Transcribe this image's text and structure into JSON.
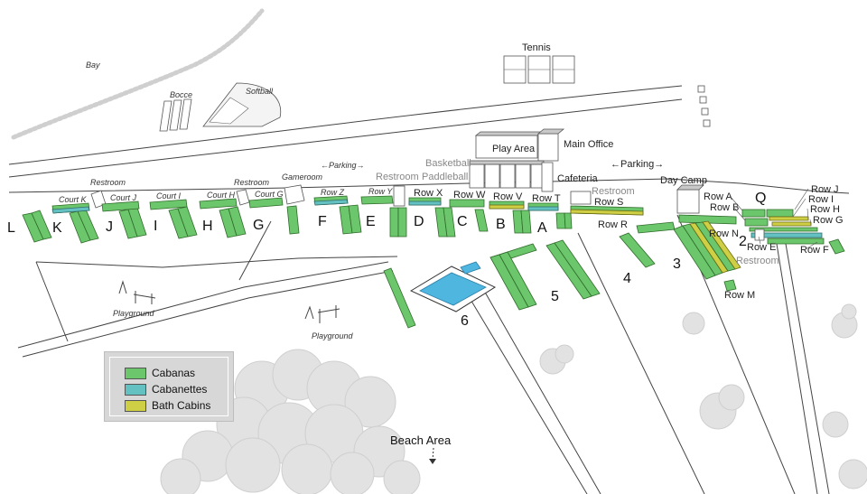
{
  "colors": {
    "cabanas": "#6cc66c",
    "cabanettes": "#63c1c1",
    "bath_cabins": "#cfcf45"
  },
  "legend": {
    "items": [
      {
        "label": "Cabanas",
        "color": "#6cc66c"
      },
      {
        "label": "Cabanettes",
        "color": "#63c1c1"
      },
      {
        "label": "Bath Cabins",
        "color": "#cfcf45"
      }
    ]
  },
  "labels": {
    "bay": "Bay",
    "bocce": "Bocce",
    "softball": "Softball",
    "tennis": "Tennis",
    "play_area": "Play Area",
    "main_office": "Main Office",
    "basketball": "Basketball",
    "paddleball": "Paddleball",
    "cafeteria": "Cafeteria",
    "parking_left": "←Parking→",
    "parking_right": "←Parking→",
    "day_camp": "Day Camp",
    "gameroom": "Gameroom",
    "restroom_1": "Restroom",
    "restroom_2": "Restroom",
    "restroom_3": "Restroom",
    "restroom_4": "Restroom",
    "restroom_5": "Restroom",
    "playground_1": "Playground",
    "playground_2": "Playground",
    "beach_area": "Beach Area",
    "courts": [
      "Court K",
      "Court J",
      "Court I",
      "Court H",
      "Court G"
    ],
    "row_letters": [
      "L",
      "K",
      "J",
      "I",
      "H",
      "G",
      "F",
      "E",
      "D",
      "C",
      "B",
      "A"
    ],
    "rows_top": [
      "Row Z",
      "Row Y",
      "Row X",
      "Row W",
      "Row V",
      "Row T"
    ],
    "row_s": "Row S",
    "row_r": "Row R",
    "row_n": "Row N",
    "row_m": "Row M",
    "row_a": "Row A",
    "row_b": "Row B",
    "row_e": "Row E",
    "row_f": "Row F",
    "row_j": "Row J",
    "row_i": "Row I",
    "row_h": "Row H",
    "row_g": "Row G",
    "q": "Q",
    "numbers": [
      "2",
      "3",
      "4",
      "5",
      "6"
    ]
  }
}
